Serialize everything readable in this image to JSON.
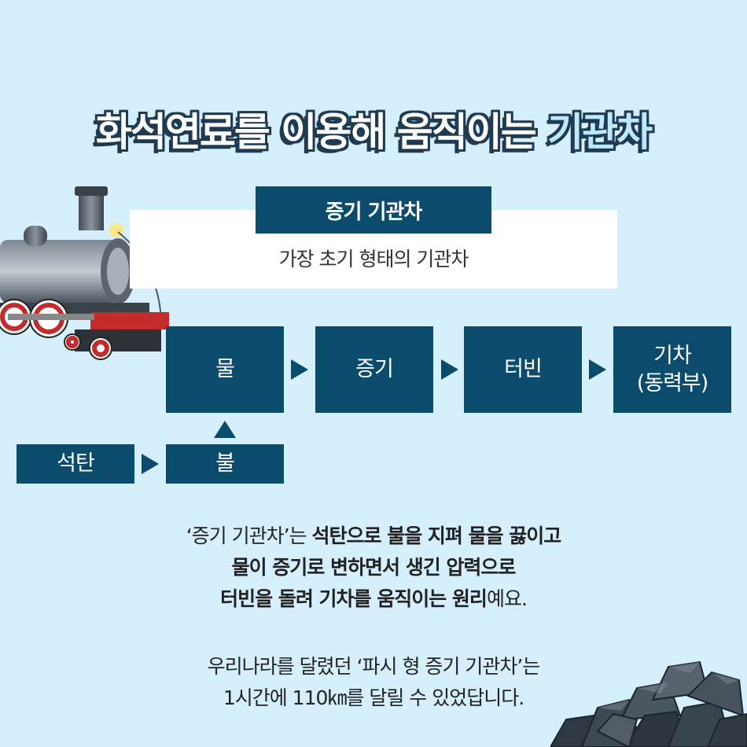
{
  "title": {
    "part1": "화석연료를 이용해 움직이는 ",
    "part2": "기관차"
  },
  "card": {
    "header": "증기 기관차",
    "text": "가장 초기 형태의 기관차"
  },
  "flow": {
    "water": "물",
    "steam": "증기",
    "turbine": "터빈",
    "train_l1": "기차",
    "train_l2": "(동력부)",
    "coal": "석탄",
    "fire": "불"
  },
  "paragraph1": {
    "line1_a": "‘증기 기관차’는 ",
    "line1_b": "석탄으로 불을 지펴 물을 끓이고",
    "line2": "물이 증기로 변하면서 생긴 압력으로",
    "line3_a": "터빈을 돌려 기차를 움직이는 원리",
    "line3_b": "예요."
  },
  "paragraph2": {
    "line1": "우리나라를 달렸던 ‘파시 형 증기 기관차’는",
    "line2": "1시간에 110㎞를 달릴 수 있었답니다."
  },
  "colors": {
    "background": "#d6effc",
    "box": "#0b4b6b",
    "title_outline": "#1f3b52"
  },
  "icons": [
    "steam-locomotive-illustration",
    "coal-pile-illustration",
    "arrow-right-icon",
    "arrow-up-icon"
  ]
}
